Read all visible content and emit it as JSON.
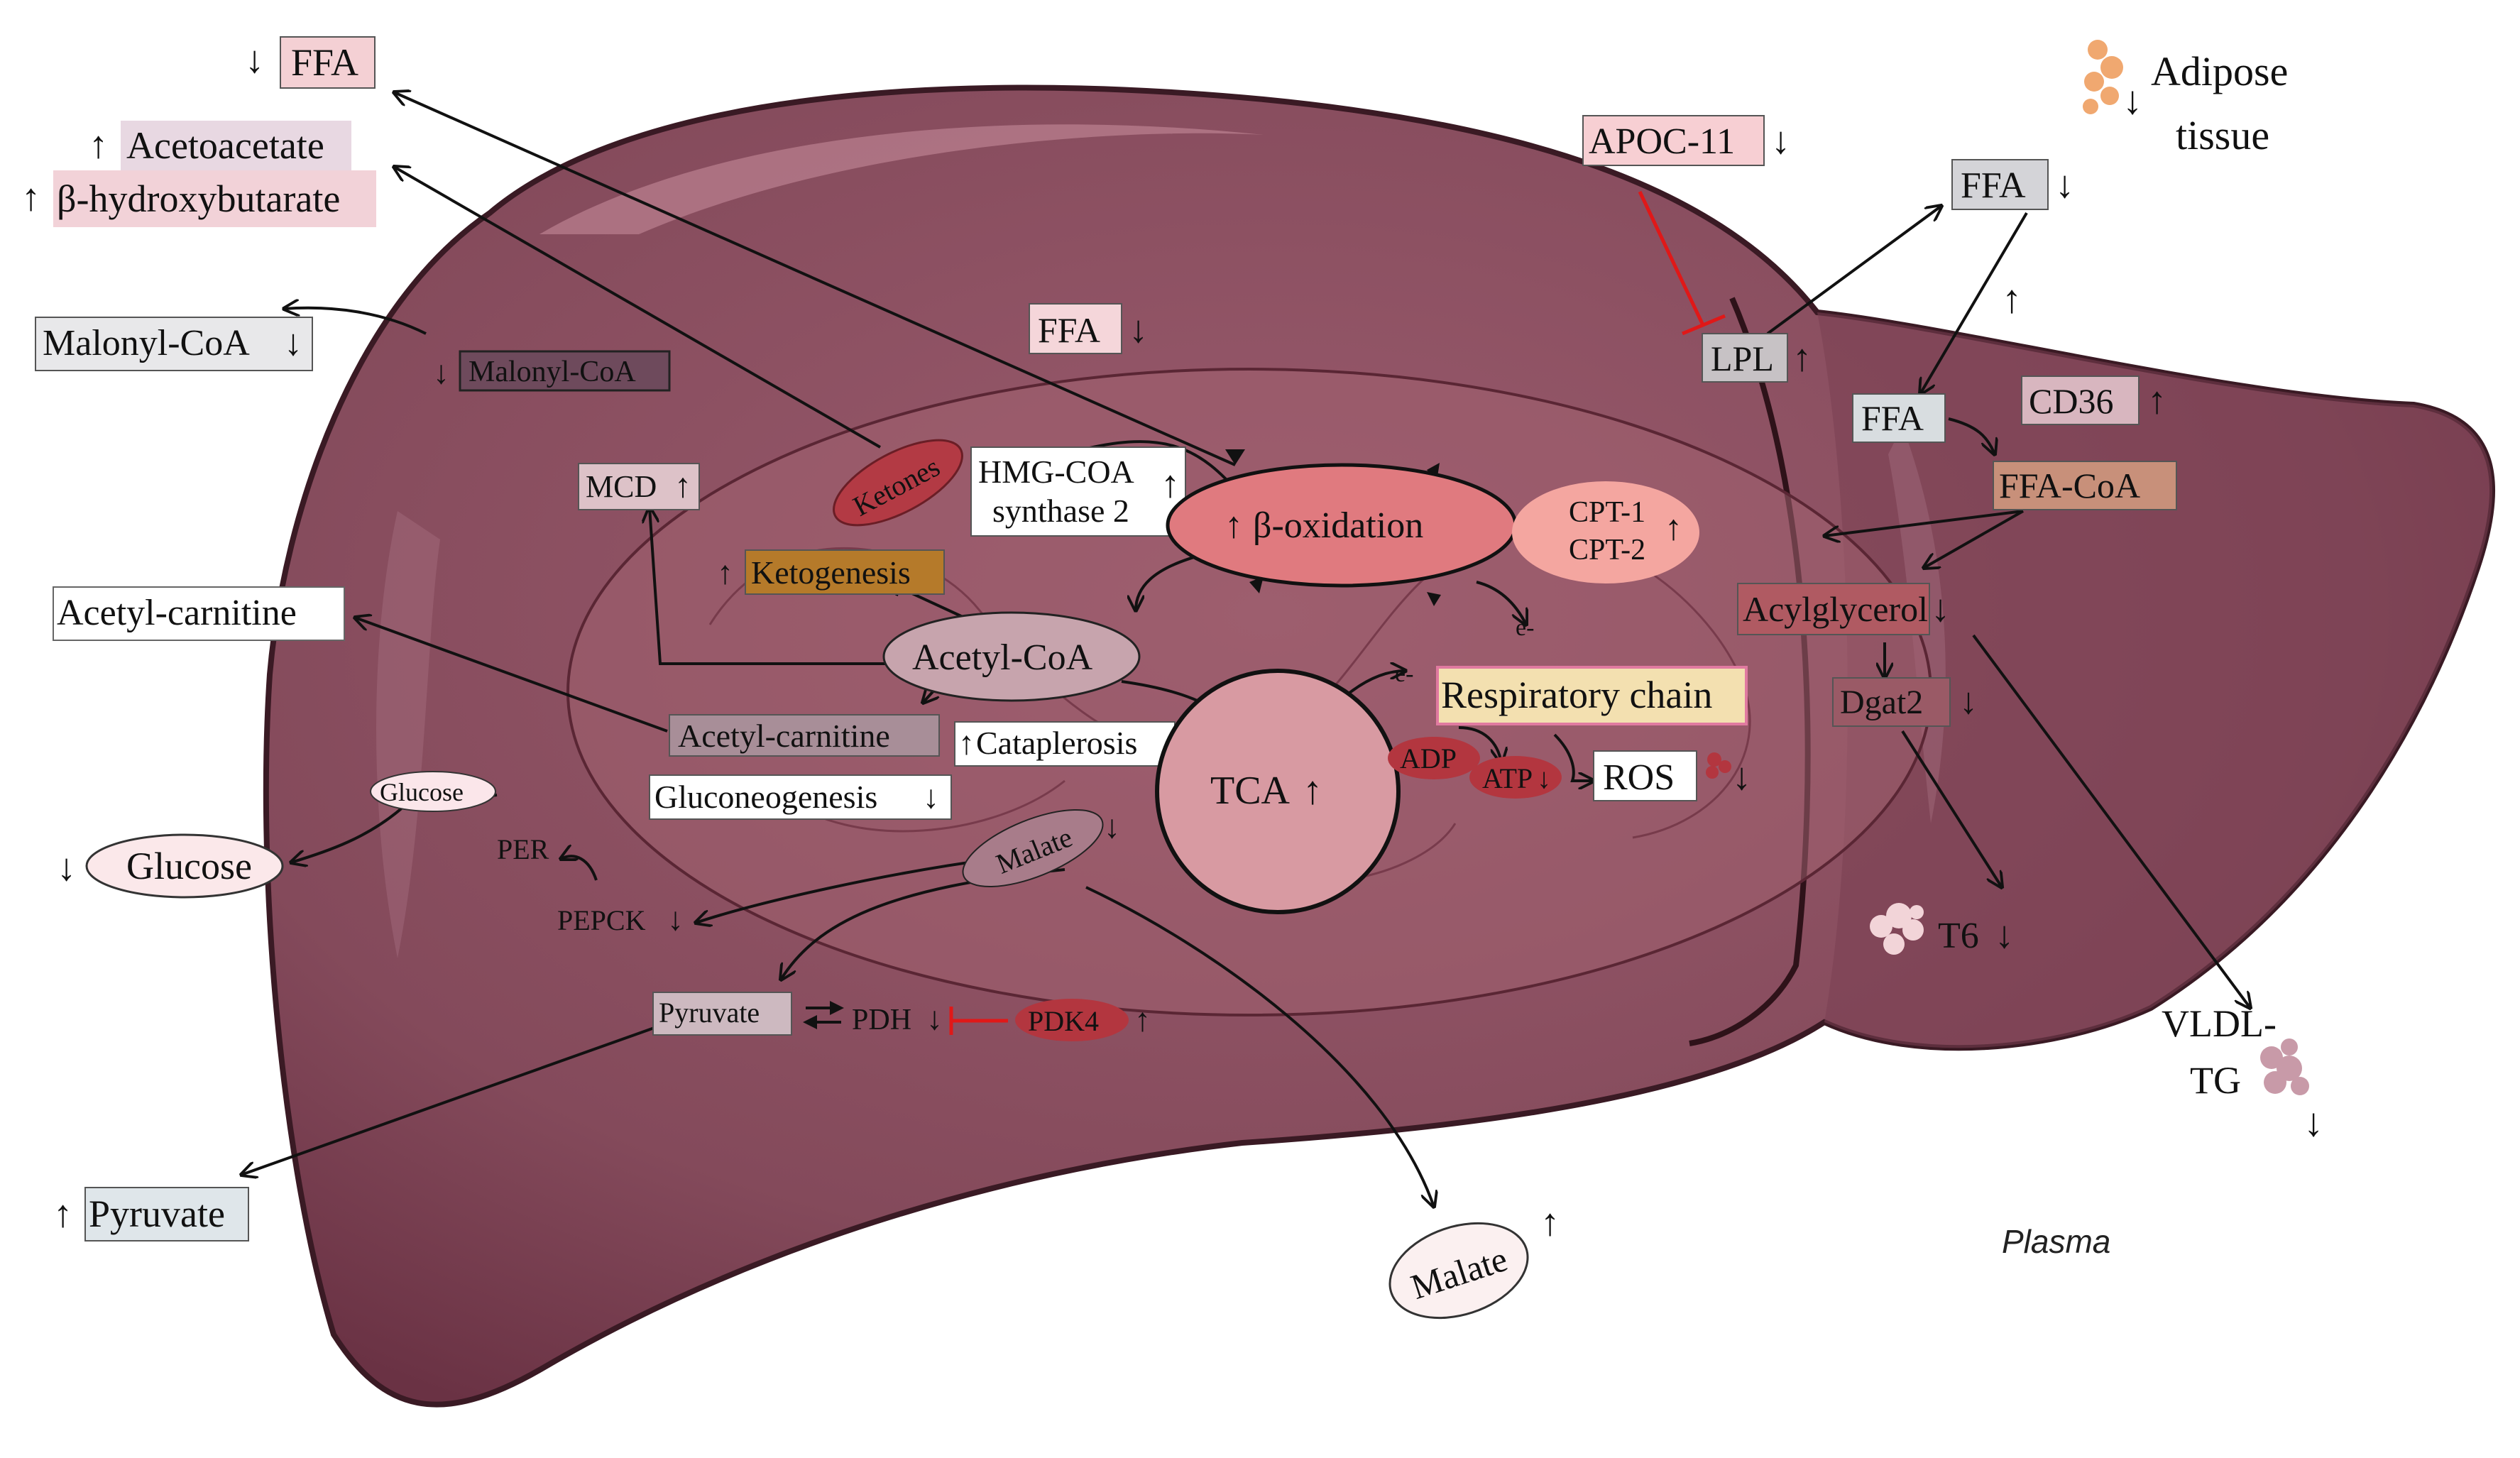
{
  "colors": {
    "liver": "#8a4d5e",
    "liver_dark": "#6e3446",
    "lobe": "#7a3f52",
    "mito": "#9c5a6a",
    "arrow": "#111111",
    "inhibit": "#e01818"
  },
  "outside": {
    "ffa_top": {
      "arrow": "↓",
      "label": "FFA"
    },
    "acetoacetate": {
      "arrow": "↑",
      "label": "Acetoacetate"
    },
    "bhb": {
      "arrow": "↑",
      "label": "β-hydroxybutarate"
    },
    "malonyl": {
      "label": "Malonyl-CoA",
      "arrow": "↓"
    },
    "acetyl_carnitine": {
      "label": "Acetyl-carnitine"
    },
    "glucose": {
      "arrow": "↓",
      "label": "Glucose"
    },
    "pyruvate": {
      "arrow": "↑",
      "label": "Pyruvate"
    },
    "malate": {
      "label": "Malate",
      "arrow": "↑"
    },
    "apoc": {
      "label": "APOC-11",
      "arrow": "↓"
    },
    "adipose": {
      "arrow": "↓",
      "line1": "Adipose",
      "line2": "tissue"
    },
    "ffa_right": {
      "label": "FFA",
      "arrow": "↓"
    },
    "up_arrow": "↑",
    "vldl": {
      "line1": "VLDL-",
      "line2": "TG",
      "arrow": "↓"
    },
    "plasma": "Plasma"
  },
  "liver": {
    "ffa_mid": {
      "label": "FFA",
      "arrow": "↓"
    },
    "malonyl_in": {
      "arrow": "↓",
      "label": "Malonyl-CoA"
    },
    "mcd": {
      "label": "MCD",
      "arrow": "↑"
    },
    "ketones": "Ketones",
    "hmg": {
      "line1": "HMG-COA",
      "line2": "synthase 2",
      "arrow": "↑"
    },
    "beta_ox": {
      "arrow": "↑",
      "label": "β-oxidation"
    },
    "cpt": {
      "line1": "CPT-1",
      "line2": "CPT-2",
      "arrow": "↑"
    },
    "ketogenesis": {
      "arrow": "↑",
      "label": "Ketogenesis"
    },
    "acetyl_coa": "Acetyl-CoA",
    "electron1": "e-",
    "electron2": "e-",
    "acetyl_carnitine_in": "Acetyl-carnitine",
    "cataplerosis": {
      "arrow": "↑",
      "label": "Cataplerosis"
    },
    "gluconeo": {
      "label": "Gluconeogenesis",
      "arrow": "↓"
    },
    "tca": {
      "label": "TCA",
      "arrow": "↑"
    },
    "resp_chain": "Respiratory chain",
    "adp": "ADP",
    "atp": {
      "label": "ATP",
      "arrow": "↓"
    },
    "ros": {
      "label": "ROS",
      "arrow": "↓"
    },
    "glucose_in": "Glucose",
    "per": "PER",
    "pepck": {
      "label": "PEPCK",
      "arrow": "↓"
    },
    "malate_in": {
      "label": "Malate",
      "arrow": "↓"
    },
    "pyruvate_in": "Pyruvate",
    "pdh": {
      "label": "PDH",
      "arrow": "↓"
    },
    "pdk4": {
      "label": "PDK4",
      "arrow": "↑"
    },
    "lpl": {
      "label": "LPL",
      "arrow": "↑"
    },
    "ffa_r": "FFA",
    "cd36": {
      "label": "CD36",
      "arrow": "↑"
    },
    "ffa_coa": "FFA-CoA",
    "acylglycerol": {
      "label": "Acylglycerol",
      "arrow": "↓"
    },
    "dgat2": {
      "label": "Dgat2",
      "arrow": "↓"
    },
    "t6": {
      "label": "T6",
      "arrow": "↓"
    }
  }
}
